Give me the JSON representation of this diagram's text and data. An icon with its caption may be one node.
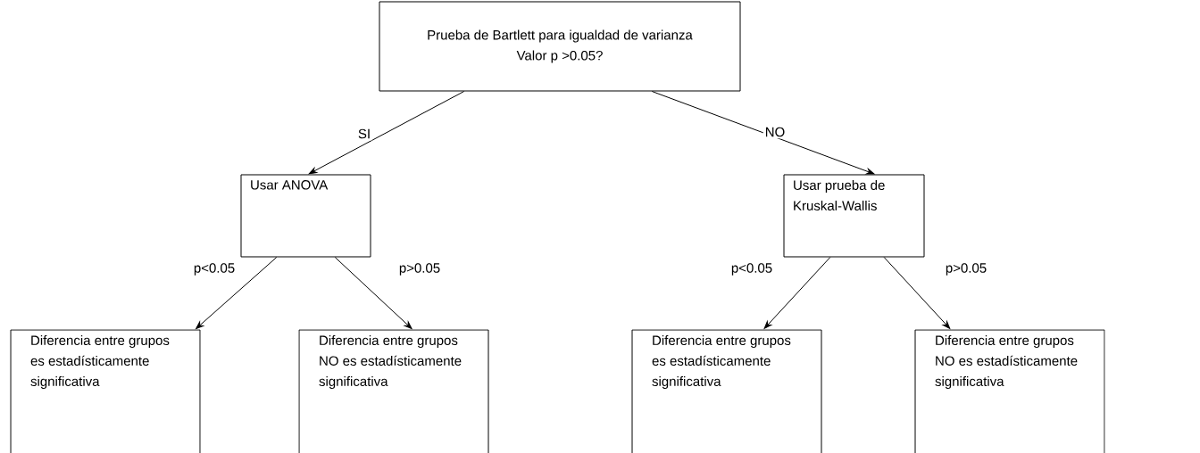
{
  "diagram": {
    "nodes": [
      {
        "text": [
          "Prueba de Bartlett para igualdad de varianza",
          "Valor p >0.05?"
        ]
      },
      {
        "text": [
          "Usar ANOVA"
        ]
      },
      {
        "text": [
          "Usar prueba de Kruskal-Wallis"
        ]
      },
      {
        "text": [
          "Diferencia entre grupos es estadísticamente significativa"
        ]
      },
      {
        "text": [
          "Diferencia entre grupos NO es estadísticamente significativa"
        ]
      },
      {
        "text": [
          "Diferencia entre grupos es estadísticamente significativa"
        ]
      },
      {
        "text": [
          "Diferencia entre grupos NO es estadísticamente significativa"
        ]
      }
    ],
    "edges": [
      {
        "from": 0,
        "to": 1,
        "arrow": "to",
        "label": "SI"
      },
      {
        "from": 0,
        "to": 2,
        "arrow": "to",
        "label": "NO"
      },
      {
        "from": 1,
        "to": 3,
        "arrow": "to",
        "label": "p<0.05"
      },
      {
        "from": 1,
        "to": 4,
        "arrow": "to",
        "label": "p>0.05"
      },
      {
        "from": 2,
        "to": 5,
        "arrow": "to",
        "label": "p<0.05"
      },
      {
        "from": 2,
        "to": 6,
        "arrow": "to",
        "label": "p>0.05"
      }
    ]
  }
}
